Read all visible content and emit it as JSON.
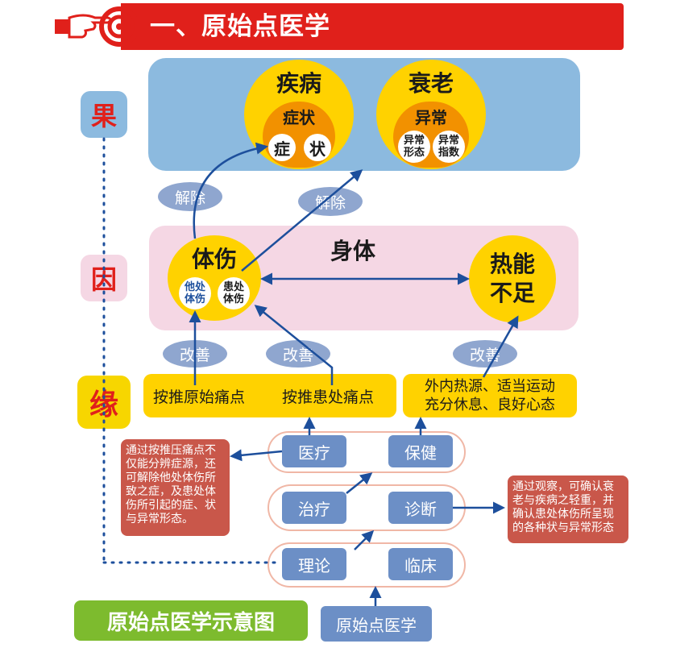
{
  "header": {
    "title": "一、原始点医学",
    "icon": "pointing-hand-icon",
    "color": "#e0201b"
  },
  "labels": {
    "guo": "果",
    "yin": "因",
    "yuan": "缘"
  },
  "fruit": {
    "disease": {
      "title": "疾病",
      "symptom": "症状",
      "zheng": "症",
      "zhuang": "状"
    },
    "aging": {
      "title": "衰老",
      "abnormal": "异常",
      "form": "异常\n形态",
      "index": "异常\n指数"
    }
  },
  "cause": {
    "body_label": "身体",
    "injury": {
      "title": "体伤",
      "other": "他处\n体伤",
      "affected": "患处\n体伤"
    },
    "heat": {
      "title": "热能\n不足"
    }
  },
  "relieve": {
    "left": "解除",
    "right": "解除"
  },
  "improve": {
    "a": "改善",
    "b": "改善",
    "c": "改善"
  },
  "methods": {
    "press_origin": "按推原始痛点",
    "press_affected": "按推患处痛点",
    "external": "外内热源、适当运动\n充分休息、良好心态"
  },
  "practice": {
    "medical": "医疗",
    "health": "保健",
    "treatment": "治疗",
    "diagnosis": "诊断",
    "theory": "理论",
    "clinical": "临床",
    "root": "原始点医学"
  },
  "notes": {
    "left": "通过按推压痛点不仅能分辨症源，还可解除他处体伤所致之症，及患处体伤所引起的症、状与异常形态。",
    "right": "通过观察，可确认衰老与疾病之轻重，并确认患处体伤所呈现的各种状与异常形态"
  },
  "diagram_title": "原始点医学示意图",
  "colors": {
    "yellow": "#ffd200",
    "orange": "#f29100",
    "blue_panel": "#8cbadf",
    "pink_panel": "#f5d7e4",
    "arrow": "#1d4f9c",
    "green": "#7dbb2e"
  }
}
